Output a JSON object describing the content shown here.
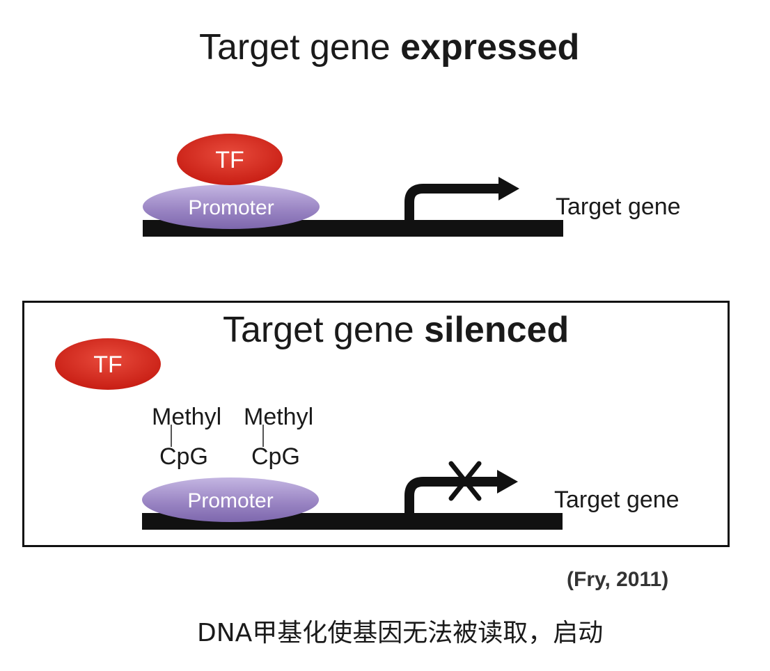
{
  "expressed_panel": {
    "title_plain": "Target gene",
    "title_bold": "expressed",
    "tf_label": "TF",
    "promoter_label": "Promoter",
    "gene_label": "Target gene"
  },
  "silenced_panel": {
    "title_plain": "Target gene",
    "title_bold": "silenced",
    "tf_label": "TF",
    "methyl_labels": [
      "Methyl",
      "Methyl"
    ],
    "cpg_labels": [
      "CpG",
      "CpG"
    ],
    "promoter_label": "Promoter",
    "gene_label": "Target gene"
  },
  "citation": "(Fry, 2011)",
  "caption": "DNA甲基化使基因无法被读取，启动",
  "colors": {
    "tf_red": "#d8281e",
    "promoter_purple": "#9b86c4",
    "dna_black": "#111111"
  }
}
